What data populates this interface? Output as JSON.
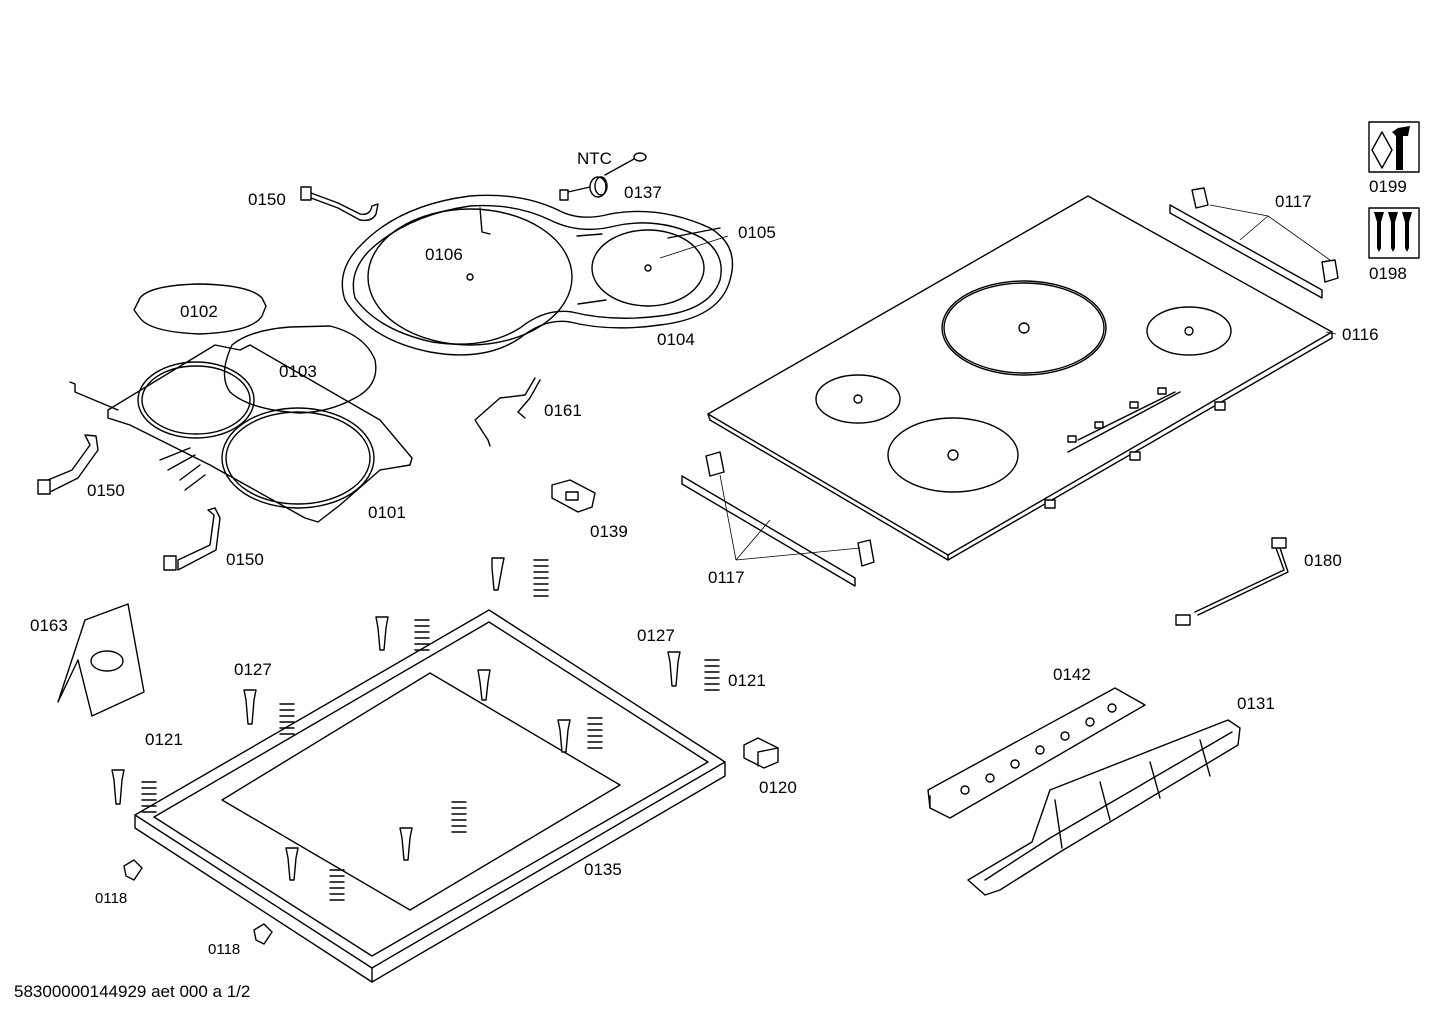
{
  "labels": {
    "ntc": "NTC",
    "p0137": "0137",
    "p0150_top": "0150",
    "p0106": "0106",
    "p0105": "0105",
    "p0102": "0102",
    "p0103": "0103",
    "p0104": "0104",
    "p0161": "0161",
    "p0150_mid": "0150",
    "p0101": "0101",
    "p0150_low": "0150",
    "p0139": "0139",
    "p0117_top": "0117",
    "p0116": "0116",
    "p0117_low": "0117",
    "p0180": "0180",
    "p0199": "0199",
    "p0198": "0198",
    "p0163": "0163",
    "p0127_left": "0127",
    "p0127_right": "0127",
    "p0121_right": "0121",
    "p0121_left": "0121",
    "p0120": "0120",
    "p0142": "0142",
    "p0131": "0131",
    "p0135": "0135",
    "p0118_a": "0118",
    "p0118_b": "0118"
  },
  "footer": {
    "text": "58300000144929 aet 000 a 1/2"
  },
  "icons": [
    "tool-kit-icon",
    "screw-set-icon"
  ]
}
